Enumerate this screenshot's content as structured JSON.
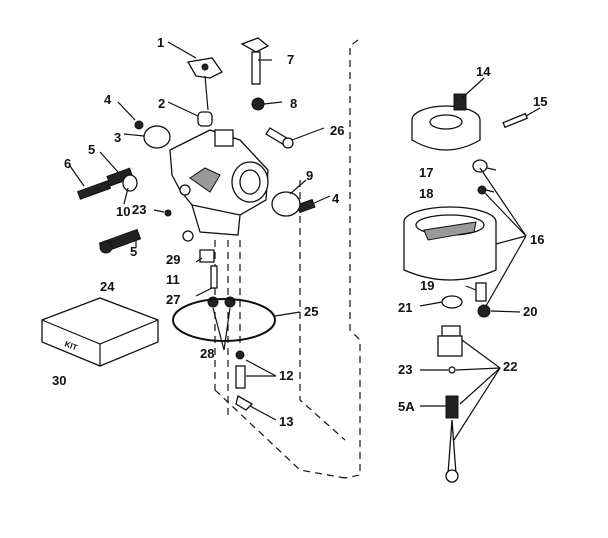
{
  "callouts": {
    "c1": "1",
    "c2": "2",
    "c3": "3",
    "c4a": "4",
    "c4b": "4",
    "c5a": "5",
    "c5b": "5",
    "c5A": "5A",
    "c6": "6",
    "c7": "7",
    "c8": "8",
    "c9": "9",
    "c10": "10",
    "c11": "11",
    "c12": "12",
    "c13": "13",
    "c14": "14",
    "c15": "15",
    "c16": "16",
    "c17": "17",
    "c18": "18",
    "c19": "19",
    "c20": "20",
    "c21": "21",
    "c22": "22",
    "c23a": "23",
    "c23b": "23",
    "c24": "24",
    "c25": "25",
    "c26": "26",
    "c27": "27",
    "c28": "28",
    "c29": "29",
    "c30": "30"
  },
  "package_label": "KIT"
}
